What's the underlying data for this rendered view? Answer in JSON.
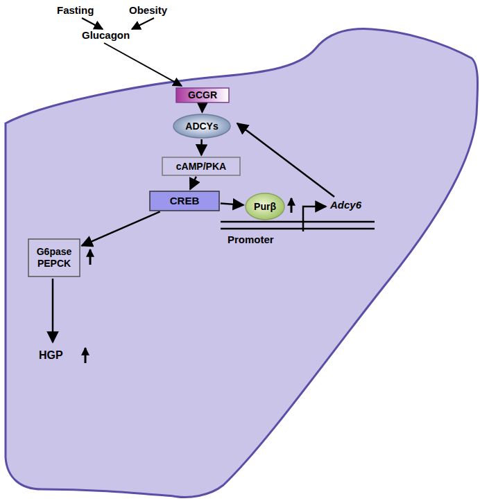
{
  "diagram": {
    "nodes": [
      {
        "text": [
          "GCGR"
        ]
      },
      {
        "text": [
          "ADCYs"
        ]
      },
      {
        "text": [
          "cAMP/PKA"
        ]
      },
      {
        "text": [
          "CREB"
        ]
      },
      {
        "text": [
          "Purβ"
        ]
      },
      {
        "text": [
          "G6pase PEPCK"
        ]
      }
    ],
    "edges": [
      {
        "from": 0,
        "to": 1,
        "arrow": "to"
      },
      {
        "from": 1,
        "to": 2,
        "arrow": "to"
      },
      {
        "from": 2,
        "to": 3,
        "arrow": "to"
      },
      {
        "from": 3,
        "to": 4,
        "arrow": "to"
      },
      {
        "from": 3,
        "to": 5,
        "arrow": "to"
      }
    ],
    "labels": [
      "Fasting",
      "Obesity",
      "Glucagon",
      "Adcy6",
      "Promoter",
      "HGP"
    ]
  }
}
